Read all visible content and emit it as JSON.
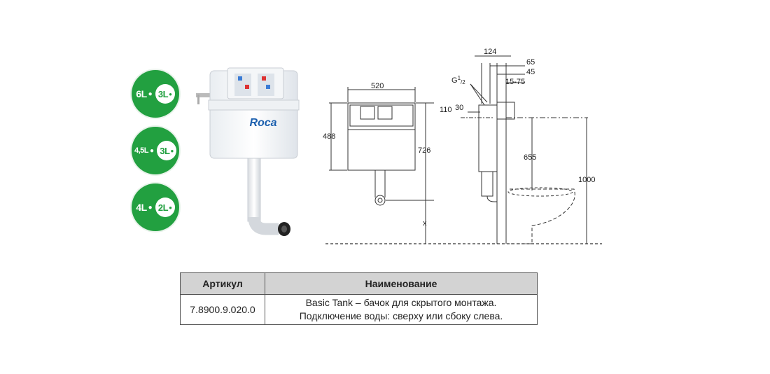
{
  "badges": [
    {
      "full": "6L",
      "half": "3L"
    },
    {
      "full": "4,5L",
      "half": "3L"
    },
    {
      "full": "4L",
      "half": "2L"
    }
  ],
  "product": {
    "brand": "Roca"
  },
  "drawing": {
    "front": {
      "width": "520",
      "height_tank": "488",
      "height_total": "726",
      "x_label": "x"
    },
    "side": {
      "d124": "124",
      "d65": "65",
      "d45": "45",
      "d15_75": "15-75",
      "thread": "G",
      "thread_sup": "1",
      "thread_sub": "/2",
      "d110": "110",
      "d30": "30",
      "d655": "655",
      "d1000": "1000"
    }
  },
  "table": {
    "headers": [
      "Артикул",
      "Наименование"
    ],
    "rows": [
      {
        "code": "7.8900.9.020.0",
        "line1": "Basic Tank – бачок для скрытого монтажа.",
        "line2": "Подключение воды: сверху или сбоку слева."
      }
    ]
  },
  "colors": {
    "badge_green": "#22a040",
    "header_gray": "#d3d3d3",
    "drawing_line": "#333333"
  }
}
